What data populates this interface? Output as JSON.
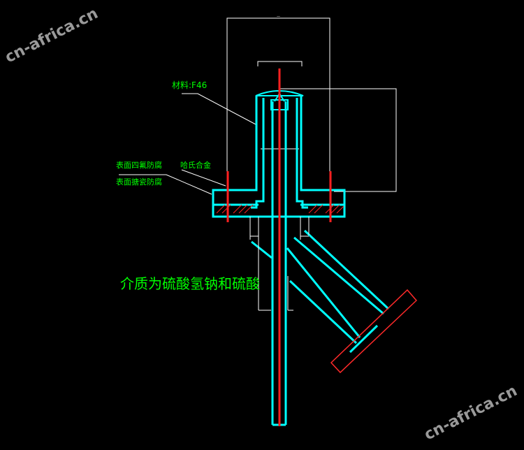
{
  "drawing": {
    "labels": {
      "material": "材料:F46",
      "surface_ptfe": "表面四氟防腐",
      "surface_enamel": "表面搪瓷防腐",
      "alloy": "哈氏合金",
      "medium": "介质为硫酸氢钠和硫酸"
    },
    "watermarks": {
      "top_left": "cn-africa.cn",
      "bottom_right": "cn-africa.cn"
    },
    "colors": {
      "background": "#000000",
      "body_outline": "#00ffff",
      "electrode": "#ff0000",
      "text": "#00ff00",
      "dimension_lines": "#ffffff",
      "flange_hatch": "#ff0000",
      "bottom_flange": "#ff2a2a"
    }
  }
}
